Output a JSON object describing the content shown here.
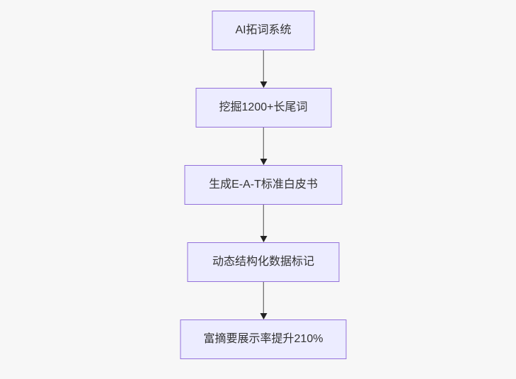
{
  "diagram": {
    "type": "flowchart",
    "direction": "top-down",
    "nodes": [
      {
        "id": "n1",
        "label": "AI拓词系统"
      },
      {
        "id": "n2",
        "label": "挖掘1200+长尾词"
      },
      {
        "id": "n3",
        "label": "生成E-A-T标准白皮书"
      },
      {
        "id": "n4",
        "label": "动态结构化数据标记"
      },
      {
        "id": "n5",
        "label": "富摘要展示率提升210%"
      }
    ],
    "edges": [
      {
        "from": "AI拓词系统",
        "to": "挖掘1200+长尾词"
      },
      {
        "from": "挖掘1200+长尾词",
        "to": "生成E-A-T标准白皮书"
      },
      {
        "from": "生成E-A-T标准白皮书",
        "to": "动态结构化数据标记"
      },
      {
        "from": "动态结构化数据标记",
        "to": "富摘要展示率提升210%"
      }
    ],
    "colors": {
      "background": "#f7f7f7",
      "node_fill": "#ECECFF",
      "node_border": "#9370DB",
      "node_text": "#333333",
      "edge_line": "#4a4a4a",
      "arrowhead": "#222222"
    }
  }
}
